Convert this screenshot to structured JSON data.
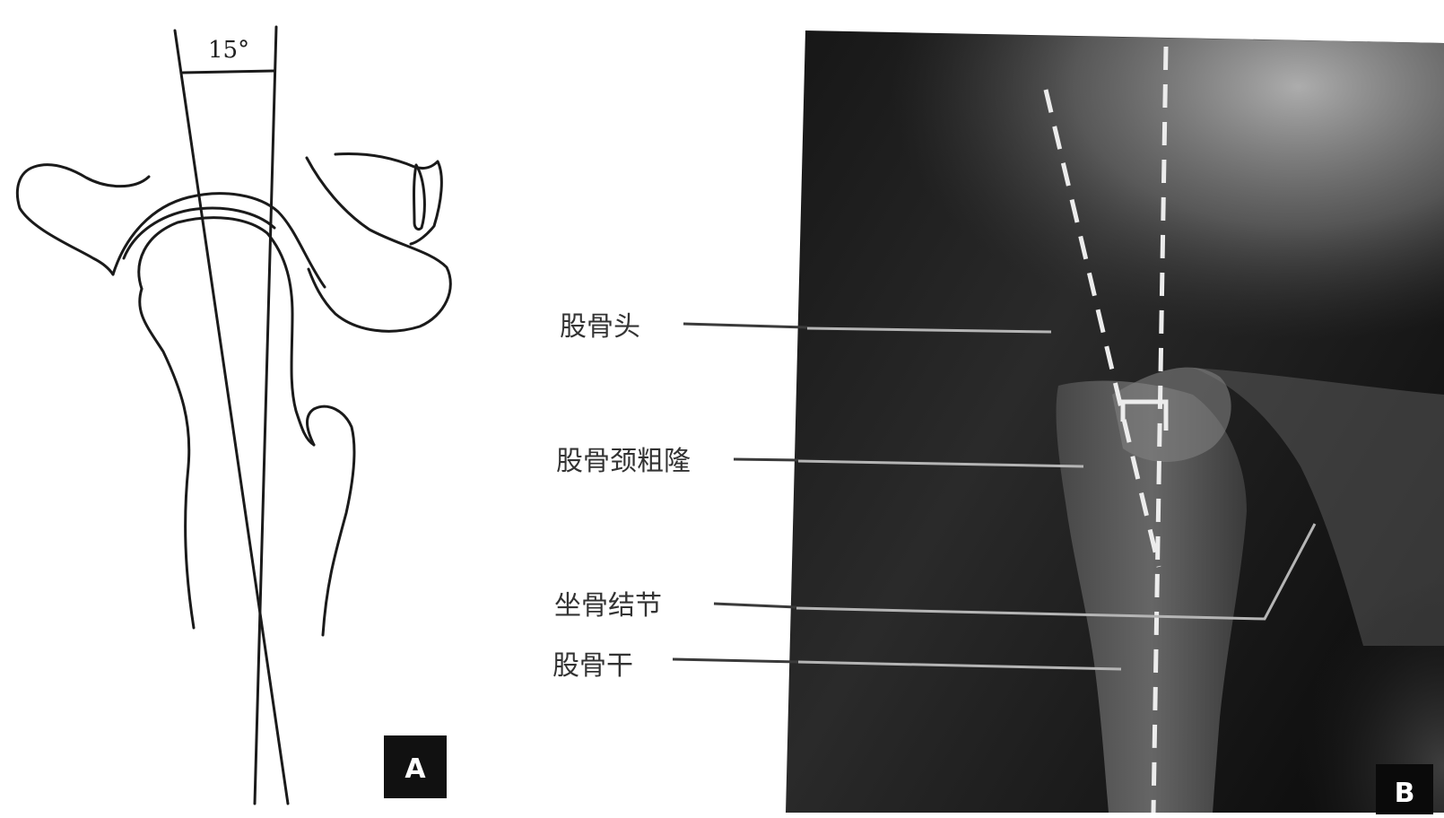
{
  "panel_a": {
    "letter": "A",
    "angle_label": "15°"
  },
  "panel_b": {
    "letter": "B",
    "labels": [
      {
        "id": "femoral-head",
        "text": "股骨头"
      },
      {
        "id": "femoral-neck-tubercle",
        "text": "股骨颈粗隆"
      },
      {
        "id": "ischial-tuberosity",
        "text": "坐骨结节"
      },
      {
        "id": "femoral-shaft",
        "text": "股骨干"
      }
    ]
  },
  "colors": {
    "line": "#1a1a1a",
    "leader": "#3a3a3a",
    "pointer": "#b5b5b5",
    "dashes": "#ececec"
  }
}
